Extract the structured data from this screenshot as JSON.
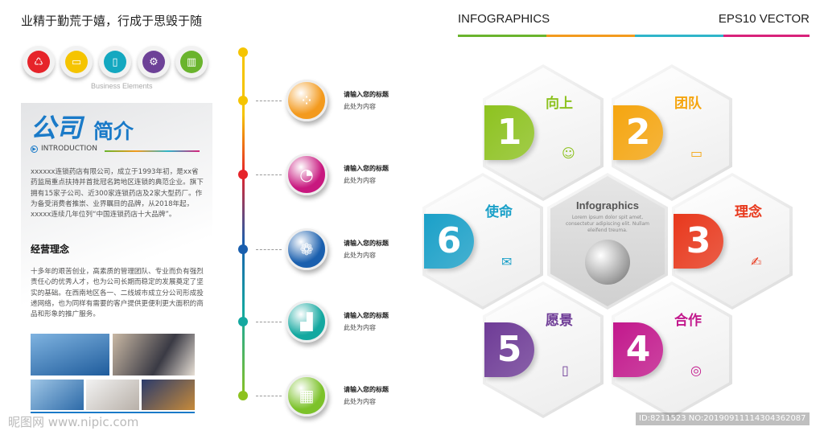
{
  "title": "业精于勤荒于嬉，行成于思毁于随",
  "icons": [
    {
      "name": "lungs-icon",
      "glyph": "♺",
      "color": "#e6242a"
    },
    {
      "name": "laptop-icon",
      "glyph": "▭",
      "color": "#f5c400"
    },
    {
      "name": "phone-icon",
      "glyph": "▯",
      "color": "#14a8c0"
    },
    {
      "name": "gears-icon",
      "glyph": "⚙",
      "color": "#6d4197"
    },
    {
      "name": "growth-icon",
      "glyph": "▥",
      "color": "#6ab42d"
    }
  ],
  "business_elements": "Business Elements",
  "card": {
    "logo_script": "公司",
    "logo_text": "简介",
    "intro": "INTRODUCTION",
    "para1": "xxxxxx连锁药店有限公司，成立于1993年初，是xx省药监局重点扶持并首批冠名跨地区连锁的典范企业。旗下拥有15家子公司、近300家连锁药店及2家大型药厂。作为备受消费者推崇、业界瞩目的品牌，从2018年起，xxxxx连续几年位列“中国连锁药店十大品牌”。",
    "heading": "经营理念",
    "para2": "十多年的艰苦创业，高素质的管理团队、专业而负有强烈责任心的优秀人才，也为公司长期而稳定的发展奠定了坚实的基础。在西南地区各一、二线城市成立分公司形成投递网络，也为同样有需要的客户提供更便利更大面积的商品和形象的推广服务。"
  },
  "timeline": [
    {
      "title": "请输入您的标题",
      "desc": "此处为内容",
      "color": "#f39a1e",
      "glyph": "⁘"
    },
    {
      "title": "请输入您的标题",
      "desc": "此处为内容",
      "color": "#c8187f",
      "glyph": "◔"
    },
    {
      "title": "请输入您的标题",
      "desc": "此处为内容",
      "color": "#1a5fae",
      "glyph": "❁"
    },
    {
      "title": "请输入您的标题",
      "desc": "此处为内容",
      "color": "#14a8a0",
      "glyph": "▟"
    },
    {
      "title": "请输入您的标题",
      "desc": "此处为内容",
      "color": "#7cc22a",
      "glyph": "▦"
    }
  ],
  "header": {
    "left": "INFOGRAPHICS",
    "right": "EPS10 VECTOR"
  },
  "center": {
    "title": "Infographics",
    "text": "Lorem ipsum dolor spit amet, consectetur adipiscing elit. Nullam eleifend treuma."
  },
  "hexes": [
    {
      "num": "1",
      "label": "向上",
      "color": "#8dc21f",
      "icon": "head-icon",
      "glyph": "☺"
    },
    {
      "num": "2",
      "label": "团队",
      "color": "#f5a50f",
      "icon": "laptop-icon",
      "glyph": "▭"
    },
    {
      "num": "3",
      "label": "理念",
      "color": "#e8381c",
      "icon": "hand-icon",
      "glyph": "✍"
    },
    {
      "num": "4",
      "label": "合作",
      "color": "#c2188c",
      "icon": "target-icon",
      "glyph": "◎"
    },
    {
      "num": "5",
      "label": "愿景",
      "color": "#6e3b96",
      "icon": "phone-icon",
      "glyph": "▯"
    },
    {
      "num": "6",
      "label": "使命",
      "color": "#1aa0c8",
      "icon": "mail-icon",
      "glyph": "✉"
    }
  ],
  "watermark": "昵图网 www.nipic.com",
  "image_id": "ID:8211523 NO:20190911114304362087"
}
